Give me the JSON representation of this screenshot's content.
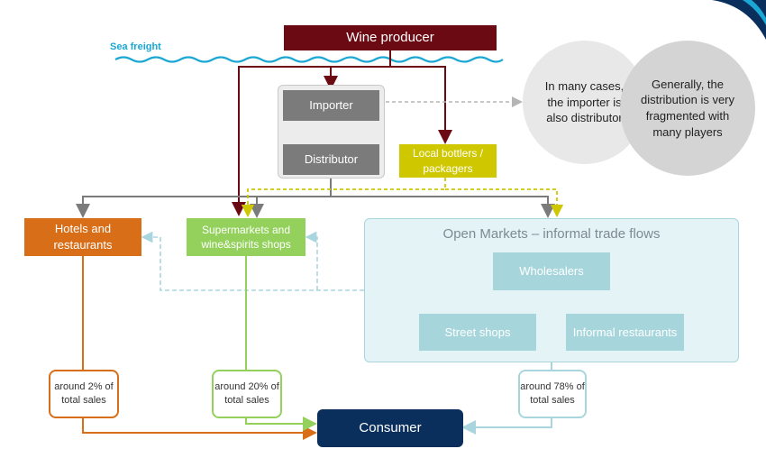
{
  "sea_freight": "Sea freight",
  "nodes": {
    "producer": "Wine producer",
    "importer": "Importer",
    "distributor": "Distributor",
    "bottlers": "Local bottlers / packagers",
    "hotels": "Hotels and restaurants",
    "supermarkets": "Supermarkets and wine&spirits shops",
    "open_markets": "Open Markets – informal trade flows",
    "wholesalers": "Wholesalers",
    "street_shops": "Street shops",
    "informal_restaurants": "Informal restaurants",
    "consumer": "Consumer"
  },
  "sales_share": {
    "hotels": "around 2% of total sales",
    "supermarkets": "around 20% of total sales",
    "open_markets": "around 78% of total sales"
  },
  "notes": {
    "importer": "In many cases, the importer is also distributor",
    "fragmented": "Generally, the distribution is very fragmented with many players"
  },
  "colors": {
    "producer": "#6b0a12",
    "channel_grey": "#7b7b7b",
    "bottlers": "#cfc800",
    "hotels": "#d86f18",
    "supermarkets": "#93d15c",
    "open_markets": "#a6d6dc",
    "consumer": "#0a2f5d",
    "sea": "#1aa7d4"
  }
}
